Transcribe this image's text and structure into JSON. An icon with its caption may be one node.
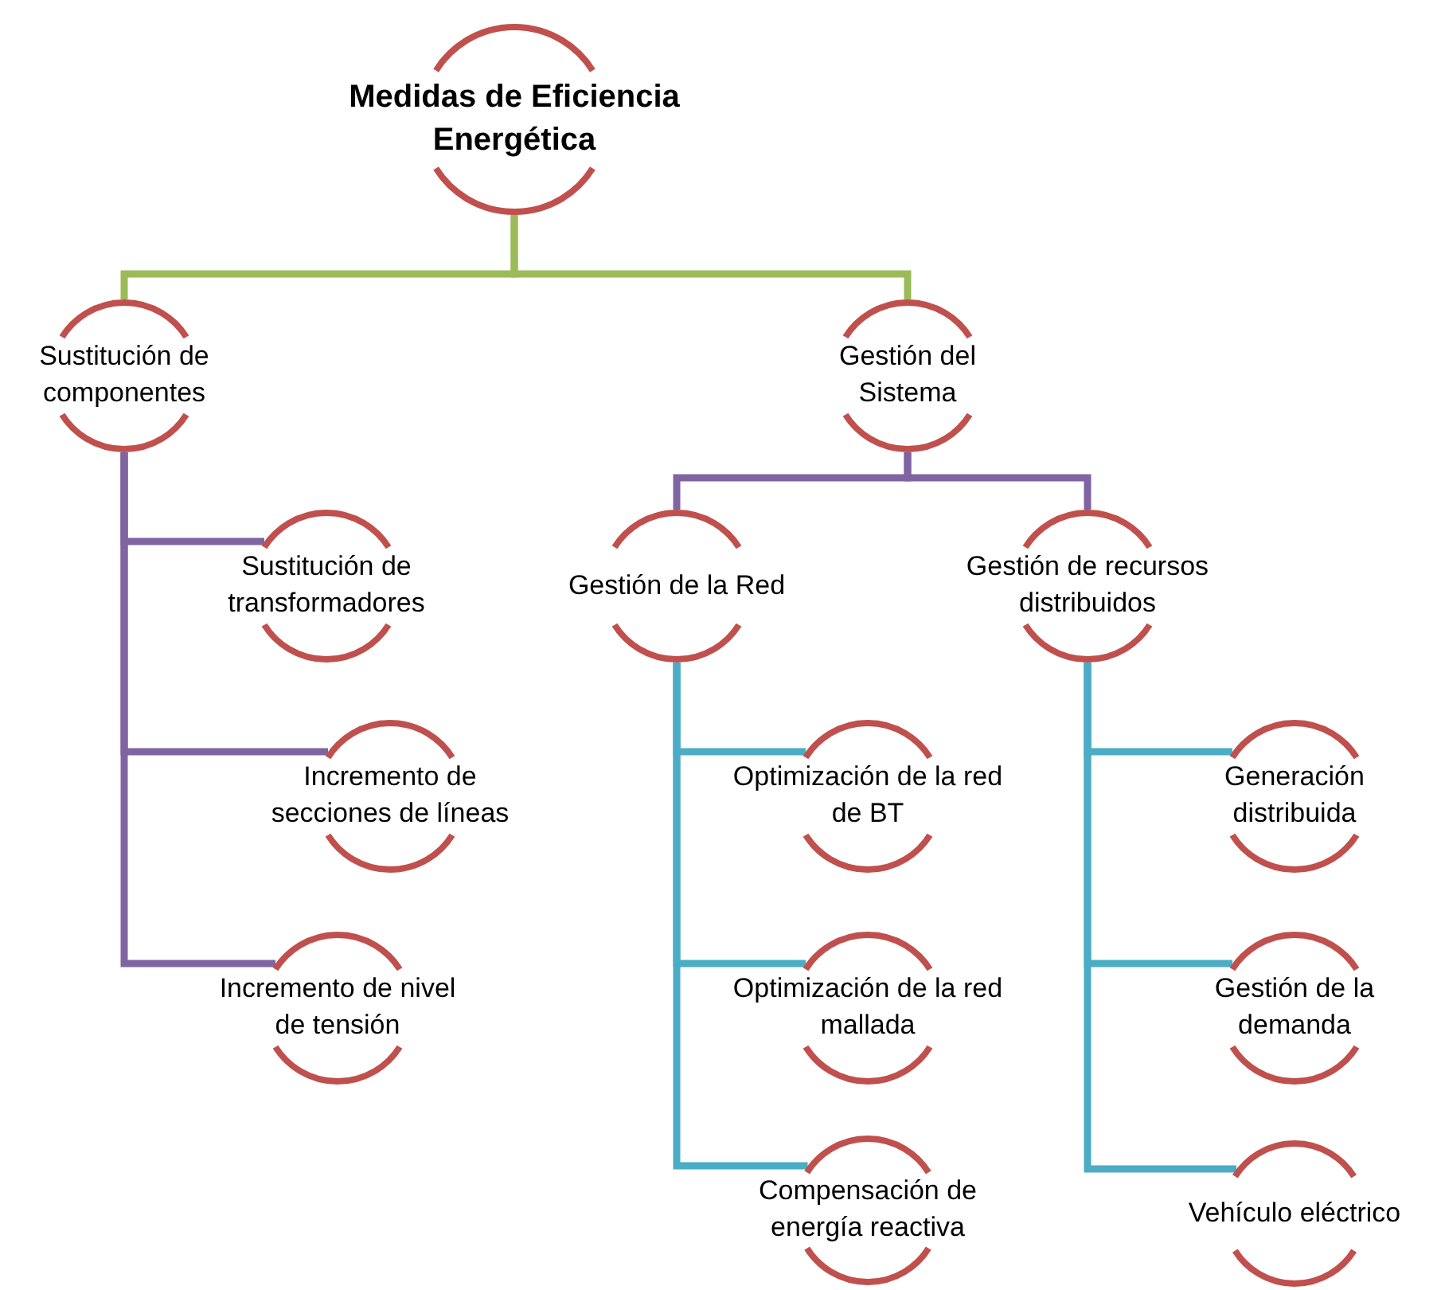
{
  "diagram": {
    "nodes": [
      {
        "text": [
          "Medidas de Eficiencia Energética"
        ]
      },
      {
        "text": [
          "Sustitución de componentes"
        ]
      },
      {
        "text": [
          "Gestión del Sistema"
        ]
      },
      {
        "text": [
          "Sustitución de transformadores"
        ]
      },
      {
        "text": [
          "Incremento de secciones de líneas"
        ]
      },
      {
        "text": [
          "Incremento de nivel de tensión"
        ]
      },
      {
        "text": [
          "Gestión de la Red"
        ]
      },
      {
        "text": [
          "Gestión de recursos distribuidos"
        ]
      },
      {
        "text": [
          "Optimización de la red de BT"
        ]
      },
      {
        "text": [
          "Optimización de la red mallada"
        ]
      },
      {
        "text": [
          "Compensación de energía reactiva"
        ]
      },
      {
        "text": [
          "Generación distribuida"
        ]
      },
      {
        "text": [
          "Gestión de la demanda"
        ]
      },
      {
        "text": [
          "Vehículo eléctrico"
        ]
      }
    ],
    "edges": [
      {
        "from": 0,
        "to": 1,
        "arrow": "none",
        "color": "#9bbb59"
      },
      {
        "from": 0,
        "to": 2,
        "arrow": "none",
        "color": "#9bbb59"
      },
      {
        "from": 1,
        "to": 3,
        "arrow": "none",
        "color": "#8064a2"
      },
      {
        "from": 1,
        "to": 4,
        "arrow": "none",
        "color": "#8064a2"
      },
      {
        "from": 1,
        "to": 5,
        "arrow": "none",
        "color": "#8064a2"
      },
      {
        "from": 2,
        "to": 6,
        "arrow": "none",
        "color": "#8064a2"
      },
      {
        "from": 2,
        "to": 7,
        "arrow": "none",
        "color": "#8064a2"
      },
      {
        "from": 6,
        "to": 8,
        "arrow": "none"
      },
      {
        "from": 6,
        "to": 9,
        "arrow": "none"
      },
      {
        "from": 6,
        "to": 10,
        "arrow": "none"
      },
      {
        "from": 7,
        "to": 11,
        "arrow": "none"
      },
      {
        "from": 7,
        "to": 12,
        "arrow": "none"
      },
      {
        "from": 7,
        "to": 13,
        "arrow": "none"
      }
    ]
  }
}
